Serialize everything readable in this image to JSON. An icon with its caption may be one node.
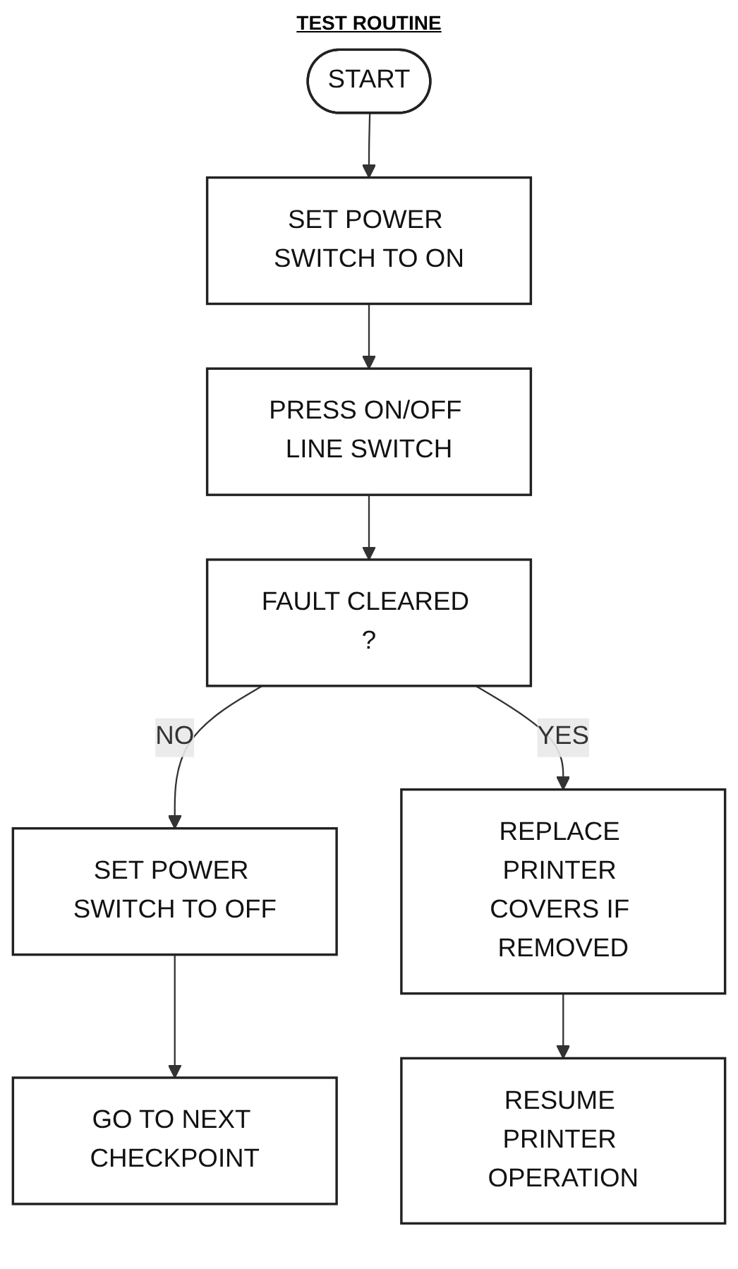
{
  "diagram": {
    "title": "TEST ROUTINE",
    "nodes": [
      {
        "text": [
          "START"
        ]
      },
      {
        "text": [
          "SET POWER SWITCH TO ON"
        ]
      },
      {
        "text": [
          "PRESS ON/OFF LINE SWITCH"
        ]
      },
      {
        "text": [
          "FAULT CLEARED ?"
        ]
      },
      {
        "text": [
          "SET POWER SWITCH TO OFF"
        ]
      },
      {
        "text": [
          "GO TO NEXT CHECKPOINT"
        ]
      },
      {
        "text": [
          "REPLACE PRINTER COVERS IF REMOVED"
        ]
      },
      {
        "text": [
          "RESUME PRINTER OPERATION"
        ]
      }
    ],
    "edges": [
      {
        "from": 0,
        "to": 1,
        "arrow": "to"
      },
      {
        "from": 1,
        "to": 2,
        "arrow": "to"
      },
      {
        "from": 2,
        "to": 3,
        "arrow": "to"
      },
      {
        "from": 3,
        "to": 4,
        "arrow": "to",
        "label": "NO"
      },
      {
        "from": 4,
        "to": 5,
        "arrow": "to"
      },
      {
        "from": 3,
        "to": 6,
        "arrow": "to",
        "label": "YES"
      },
      {
        "from": 6,
        "to": 7,
        "arrow": "to"
      }
    ]
  }
}
